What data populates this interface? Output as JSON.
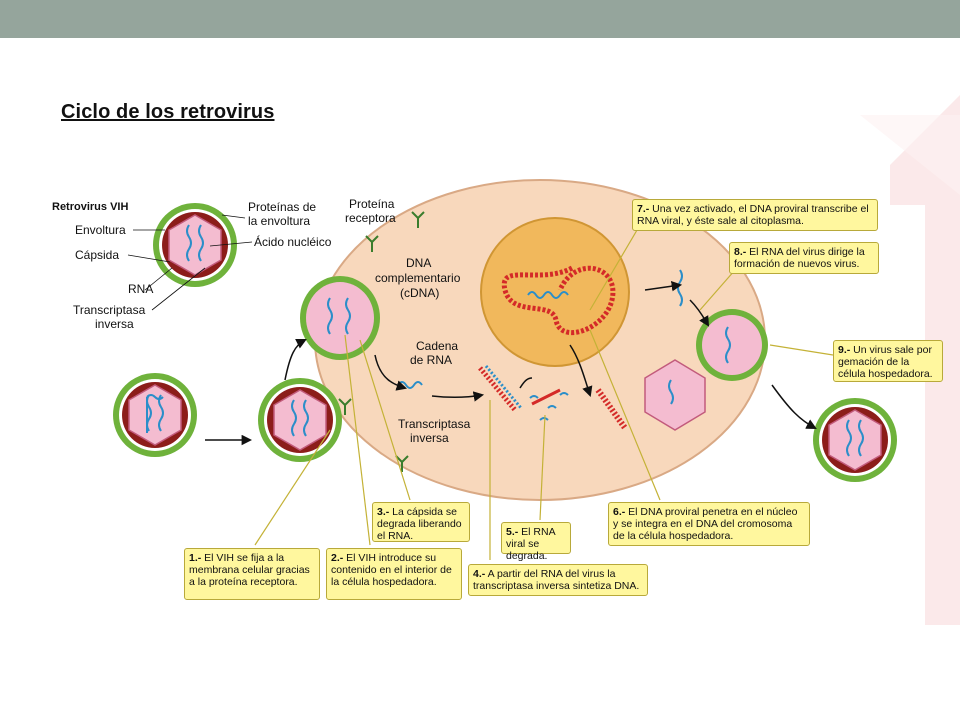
{
  "slide": {
    "title": "Ciclo de los retrovirus"
  },
  "legend": {
    "heading": "Retrovirus VIH",
    "envoltura": "Envoltura",
    "capsida": "Cápsida",
    "rna": "RNA",
    "transcriptasa_1": "Transcriptasa",
    "transcriptasa_2": "inversa",
    "proteinas_1": "Proteínas de",
    "proteinas_2": "la envoltura",
    "acido": "Ácido nucléico"
  },
  "labels": {
    "proteina_1": "Proteína",
    "proteina_2": "receptora",
    "dna_1": "DNA",
    "dna_2": "complementario",
    "dna_3": "(cDNA)",
    "cadena_1": "Cadena",
    "cadena_2": "de RNA",
    "trans_1": "Transcriptasa",
    "trans_2": "inversa"
  },
  "steps": [
    {
      "num": "1.-",
      "text": " El VIH se fija a la membrana celular gracias a la proteína receptora."
    },
    {
      "num": "2.-",
      "text": " El VIH introduce su contenido en el interior de la célula hospedadora."
    },
    {
      "num": "3.-",
      "text": " La cápsida se degrada liberando el RNA."
    },
    {
      "num": "4.-",
      "text": " A partir del RNA del virus la transcriptasa inversa sintetiza DNA."
    },
    {
      "num": "5.-",
      "text": " El RNA viral se degrada."
    },
    {
      "num": "6.-",
      "text": " El DNA proviral penetra en el núcleo y se integra en el DNA del cromosoma de la célula hospedadora."
    },
    {
      "num": "7.-",
      "text": " Una vez activado, el DNA proviral transcribe el RNA viral, y éste sale al citoplasma."
    },
    {
      "num": "8.-",
      "text": " El RNA del virus dirige la formación de nuevos virus."
    },
    {
      "num": "9.-",
      "text": " Un virus sale por gemación de la célula hospedadora."
    }
  ],
  "colors": {
    "topbar": "#95a59c",
    "cell": "#f8d8bc",
    "nucleus": "#f1b85c",
    "envelope": "#8c1d1a",
    "capsid": "#f4bcd0",
    "spikes": "#6fb23b",
    "rna": "#2b8ec9",
    "dna": "#d42a28",
    "callout": "#fff79e"
  }
}
